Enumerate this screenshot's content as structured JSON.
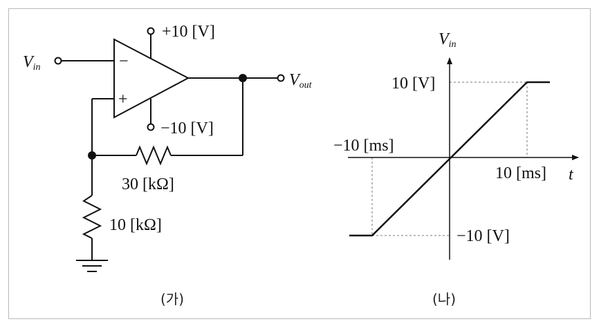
{
  "circuit": {
    "vin_main": "V",
    "vin_sub": "in",
    "vout_main": "V",
    "vout_sub": "out",
    "supply_pos": "+10 [V]",
    "supply_neg": "−10 [V]",
    "feedback_resistor": "30 [kΩ]",
    "ground_resistor": "10 [kΩ]",
    "inv_sign": "−",
    "noninv_sign": "+",
    "caption": "(가)"
  },
  "graph": {
    "yaxis_main": "V",
    "yaxis_sub": "in",
    "xaxis": "t",
    "label_pos_v": "10 [V]",
    "label_neg_v": "−10 [V]",
    "label_neg_ms": "−10 [ms]",
    "label_pos_ms": "10 [ms]",
    "caption": "(나)"
  }
}
